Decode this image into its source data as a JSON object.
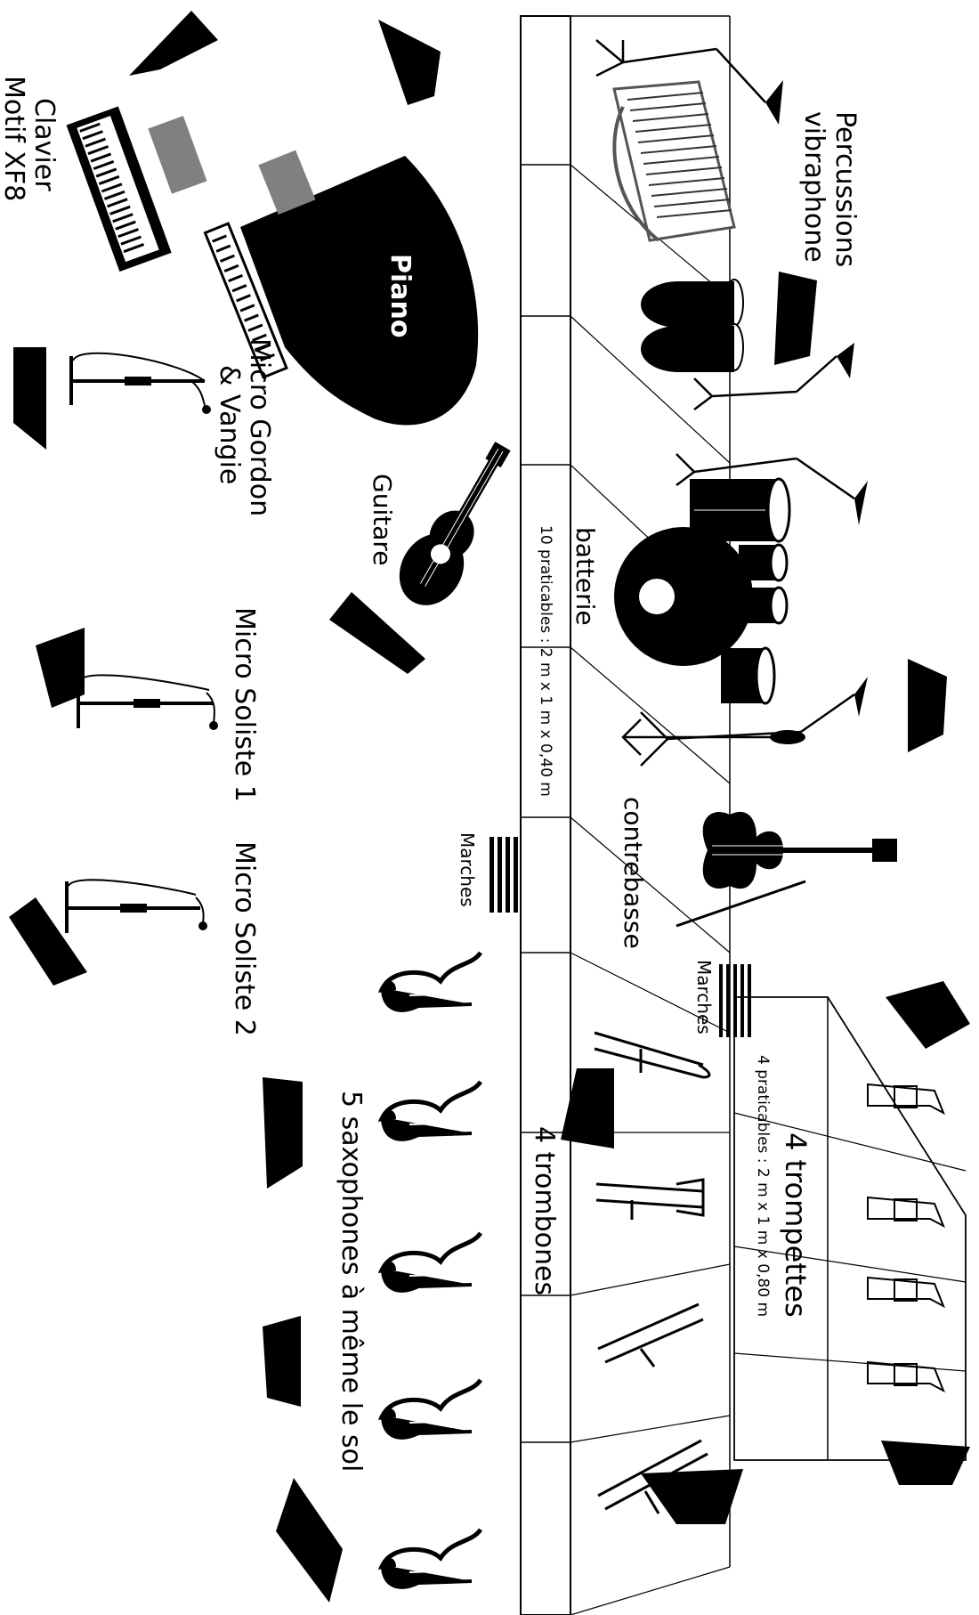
{
  "labels": {
    "percussions": "Percussions",
    "vibraphone": "vibraphone",
    "clavier": "Clavier",
    "motif": "Motif XF8",
    "piano": "Piano",
    "micro_gordon": "Micro Gordon",
    "vangie": "& Vangie",
    "guitare": "Guitare",
    "batterie": "batterie",
    "praticables_10": "10 praticables : 2 m x 1 m x 0,40 m",
    "contrebasse": "contrebasse",
    "micro_soliste_1": "Micro Soliste 1",
    "micro_soliste_2": "Micro Soliste 2",
    "marches_1": "Marches",
    "marches_2": "Marches",
    "trompettes": "4 trompettes",
    "praticables_4": "4 praticables : 2 m x 1 m x 0,80 m",
    "trombones": "4 trombones",
    "saxophones": "5 saxophones à même le sol"
  },
  "colors": {
    "ink": "#000000",
    "paper": "#ffffff",
    "stand": "#808080"
  }
}
